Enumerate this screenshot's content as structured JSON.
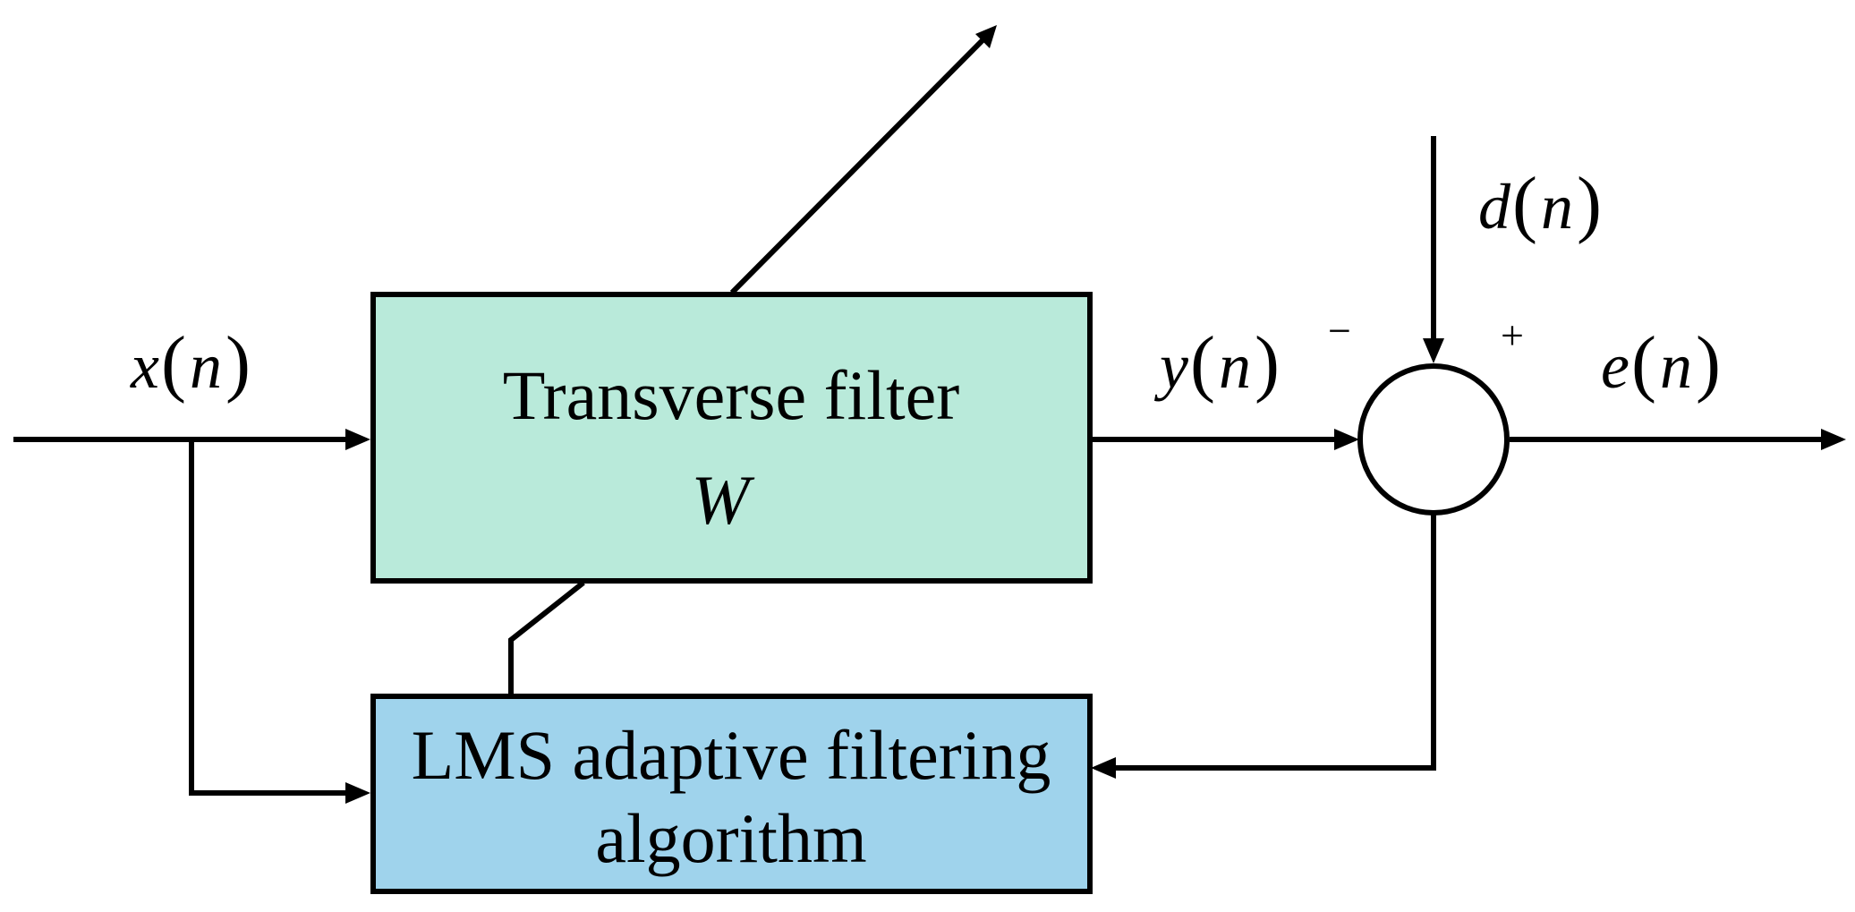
{
  "colors": {
    "filter_fill": "#b9eada",
    "lms_fill": "#9fd3ec",
    "line": "#000000",
    "background": "#ffffff"
  },
  "blocks": {
    "transverse_filter": {
      "title": "Transverse filter",
      "symbol": "W"
    },
    "lms": {
      "line1": "LMS adaptive filtering",
      "line2": "algorithm"
    }
  },
  "signals": {
    "input": {
      "var": "x",
      "arg": "n"
    },
    "output_filter": {
      "var": "y",
      "arg": "n"
    },
    "desired": {
      "var": "d",
      "arg": "n"
    },
    "error": {
      "var": "e",
      "arg": "n"
    }
  },
  "summing_junction": {
    "minus_sign": "−",
    "plus_sign": "+"
  }
}
